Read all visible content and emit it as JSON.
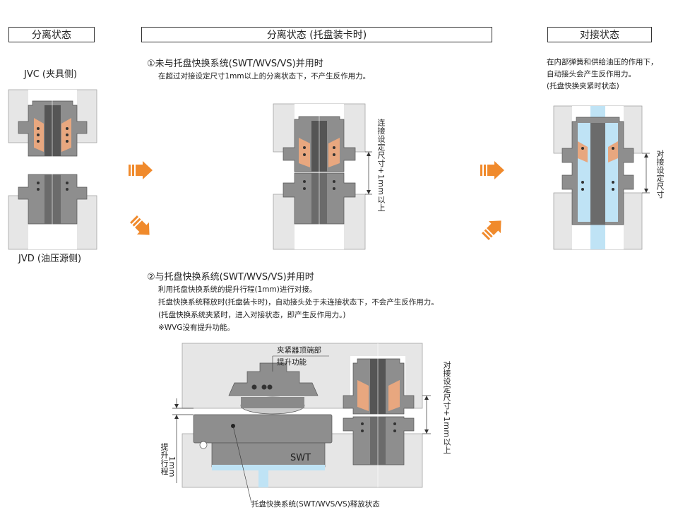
{
  "headers": {
    "left": "分离状态",
    "middle": "分离状态 (托盘装卡时)",
    "right": "对接状态"
  },
  "left": {
    "top_label": "JVC (夹具侧)",
    "bottom_label": "JVD (油压源侧)"
  },
  "case1": {
    "title": "①未与托盘快换系统(SWT/WVS/VS)并用时",
    "line1": "在超过对接设定尺寸1mm以上的分离状态下，不产生反作用力。",
    "dim_label": "连接设定尺寸+1mm以上"
  },
  "right": {
    "line1": "在内部弹簧和供给油压的作用下，",
    "line2": "自动接头会产生反作用力。",
    "line3": "(托盘快换夹紧时状态)",
    "dim_label": "对接设定尺寸"
  },
  "case2": {
    "title": "②与托盘快换系统(SWT/WVS/VS)并用时",
    "line1": "利用托盘快换系统的提升行程(1mm)进行对接。",
    "line2": "托盘快换系统释放时(托盘装卡时)，自动接头处于未连接状态下，不会产生反作用力。",
    "line3": "(托盘快换系统夹紧时，进入对接状态，即产生反作用力。)",
    "line4": "※WVG没有提升功能。",
    "callout_top1": "夹紧器顶端部",
    "callout_top2": "提升功能",
    "swt_label": "SWT",
    "lift_label1": "提升行程",
    "lift_label2": "1mm",
    "dim_label": "对接设定尺寸+1mm以上",
    "callout_bottom": "托盘快换系统(SWT/WVS/VS)释放状态"
  },
  "colors": {
    "arrow": "#f08a2c",
    "body_gray": "#8e8e8e",
    "plate_gray": "#e6e6e6",
    "copper": "#e8a77f",
    "oil_blue": "#bfe3f5"
  }
}
